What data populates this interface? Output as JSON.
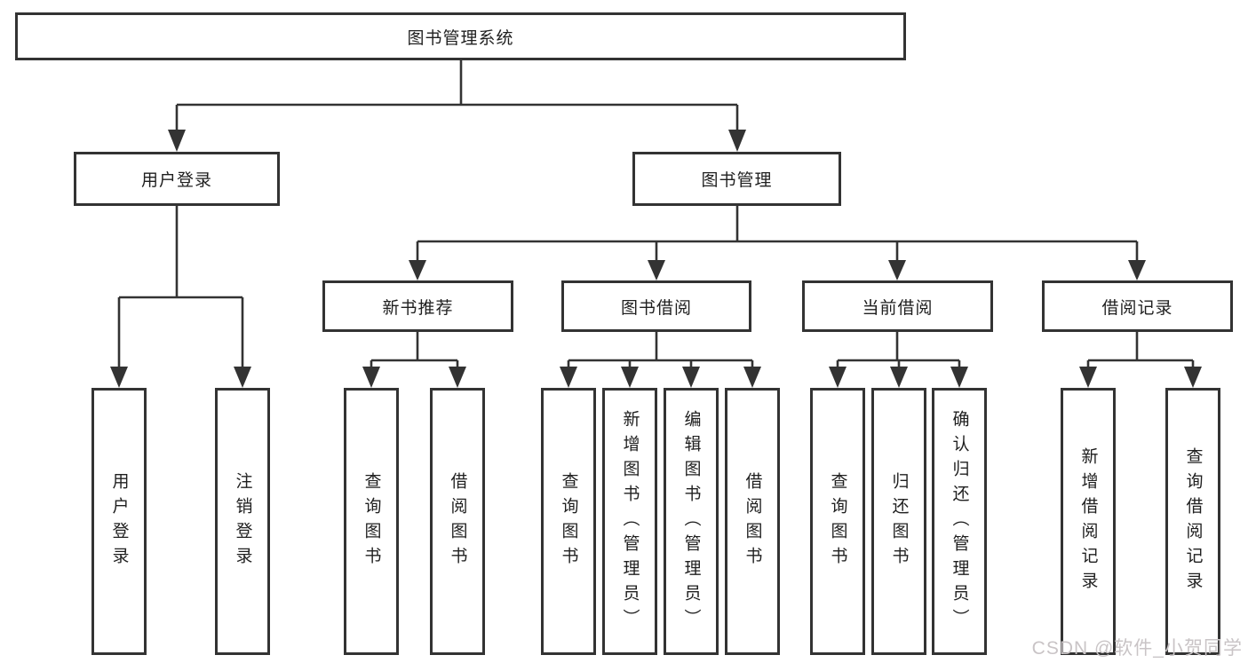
{
  "colors": {
    "line": "#333333",
    "box_border": "#333333",
    "text": "#1f1f1f",
    "watermark": "#c9c4c6",
    "background": "#ffffff"
  },
  "watermark": {
    "text": "CSDN @软件_小贺同学"
  },
  "tree": {
    "label": "图书管理系统",
    "children": [
      {
        "label": "用户登录",
        "children": [
          {
            "label": "用户登录"
          },
          {
            "label": "注销登录"
          }
        ]
      },
      {
        "label": "图书管理",
        "children": [
          {
            "label": "新书推荐",
            "children": [
              {
                "label": "查询图书"
              },
              {
                "label": "借阅图书"
              }
            ]
          },
          {
            "label": "图书借阅",
            "children": [
              {
                "label": "查询图书"
              },
              {
                "label": "新增图书（管理员）"
              },
              {
                "label": "编辑图书（管理员）"
              },
              {
                "label": "借阅图书"
              }
            ]
          },
          {
            "label": "当前借阅",
            "children": [
              {
                "label": "查询图书"
              },
              {
                "label": "归还图书"
              },
              {
                "label": "确认归还（管理员）"
              }
            ]
          },
          {
            "label": "借阅记录",
            "children": [
              {
                "label": "新增借阅记录"
              },
              {
                "label": "查询借阅记录"
              }
            ]
          }
        ]
      }
    ]
  }
}
